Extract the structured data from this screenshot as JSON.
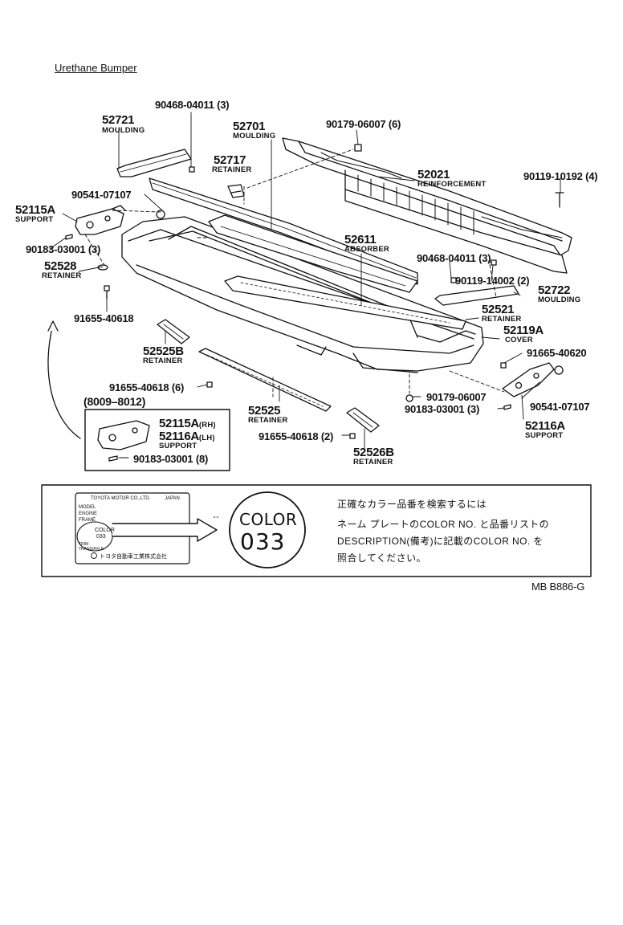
{
  "title": "Urethane Bumper",
  "parts": {
    "p52721": {
      "number": "52721",
      "name": "MOULDING"
    },
    "p90468a": {
      "number": "90468-04011 (3)"
    },
    "p52701": {
      "number": "52701",
      "name": "MOULDING"
    },
    "p90179a": {
      "number": "90179-06007 (6)"
    },
    "p52717": {
      "number": "52717",
      "name": "RETAINER"
    },
    "p52021": {
      "number": "52021",
      "name": "REINFORCEMENT"
    },
    "p90119a": {
      "number": "90119-10192 (4)"
    },
    "p90541a": {
      "number": "90541-07107"
    },
    "p52115a_top": {
      "number": "52115A",
      "name": "SUPPORT"
    },
    "p90183a": {
      "number": "90183-03001 (3)"
    },
    "p52611": {
      "number": "52611",
      "name": "ABSORBER"
    },
    "p90468b": {
      "number": "90468-04011 (3)"
    },
    "p90119b": {
      "number": "90119-14002 (2)"
    },
    "p52528": {
      "number": "52528",
      "name": "RETAINER"
    },
    "p52722": {
      "number": "52722",
      "name": "MOULDING"
    },
    "p91655a": {
      "number": "91655-40618"
    },
    "p52521": {
      "number": "52521",
      "name": "RETAINER"
    },
    "p52119a": {
      "number": "52119A",
      "name": "COVER"
    },
    "p52525b": {
      "number": "52525B",
      "name": "RETAINER"
    },
    "p91665": {
      "number": "91665-40620"
    },
    "p91655b": {
      "number": "91655-40618 (6)"
    },
    "p90179b": {
      "number": "90179-06007"
    },
    "p90541b": {
      "number": "90541-07107"
    },
    "p90183b": {
      "number": "90183-03001 (3)"
    },
    "p52525": {
      "number": "52525",
      "name": "RETAINER"
    },
    "p52116a": {
      "number": "52116A",
      "name": "SUPPORT"
    },
    "p91655c": {
      "number": "91655-40618 (2)"
    },
    "p52526b": {
      "number": "52526B",
      "name": "RETAINER"
    }
  },
  "inset": {
    "date_range": "(8009–8012)",
    "rh_number": "52115A",
    "rh_suffix": "(RH)",
    "lh_number": "52116A",
    "lh_suffix": "(LH)",
    "name": "SUPPORT",
    "clip": "90183-03001 (8)"
  },
  "color_box": {
    "plate_maker": "TOYOTA MOTOR CO.,LTD.",
    "plate_country": "JAPAN",
    "plate_model": "MODEL",
    "plate_engine": "ENGINE",
    "plate_frame": "FRAME",
    "plate_color": "COLOR",
    "plate_color_code": "033",
    "plate_trim": "TRIM",
    "plate_transaxle": "TRANS/AXLE",
    "plate_footer": "トヨタ自動車工業株式会社",
    "color_word": "COLOR",
    "color_code": "033",
    "instruction_line1": "正確なカラー品番を検索するには",
    "instruction_line2": "ネーム プレートのCOLOR  NO. と品番リストの",
    "instruction_line3": "DESCRIPTION(備考)に記載のCOLOR  NO. を",
    "instruction_line4": "照合してください。"
  },
  "drawing_code": "MB B886-G"
}
